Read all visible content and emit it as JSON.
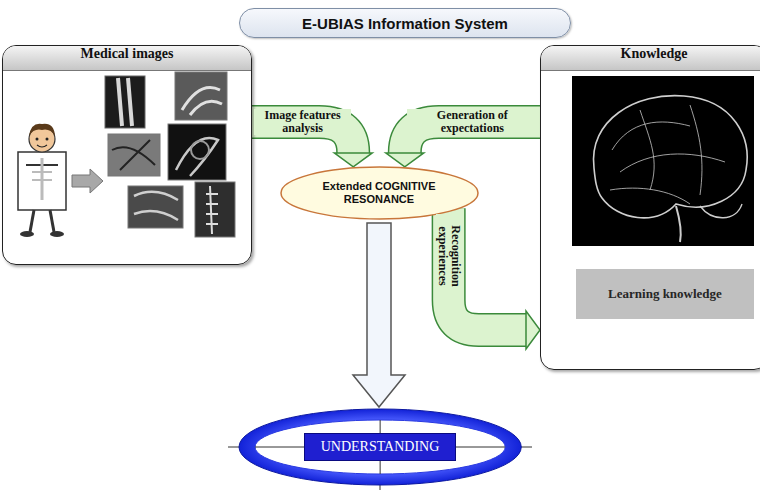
{
  "diagram": {
    "title": "E-UBIAS Information System",
    "nodes": [
      {
        "text": [
          "Medical images"
        ]
      },
      {
        "text": [
          "Extended COGNITIVE RESONANCE"
        ]
      },
      {
        "text": [
          "Knowledge"
        ]
      },
      {
        "text": [
          "Learning knowledge"
        ],
        "in": 2
      },
      {
        "text": [
          "UNDERSTANDING"
        ]
      }
    ],
    "edges": [
      {
        "from": 0,
        "to": 1,
        "label": "Image features analysis",
        "arrow": "to"
      },
      {
        "from": 2,
        "to": 1,
        "label": "Generation of expectations",
        "arrow": "to"
      },
      {
        "from": 1,
        "to": 2,
        "label": "Recognition experiences",
        "arrow": "to"
      },
      {
        "from": 1,
        "to": 4,
        "arrow": "to"
      }
    ]
  }
}
